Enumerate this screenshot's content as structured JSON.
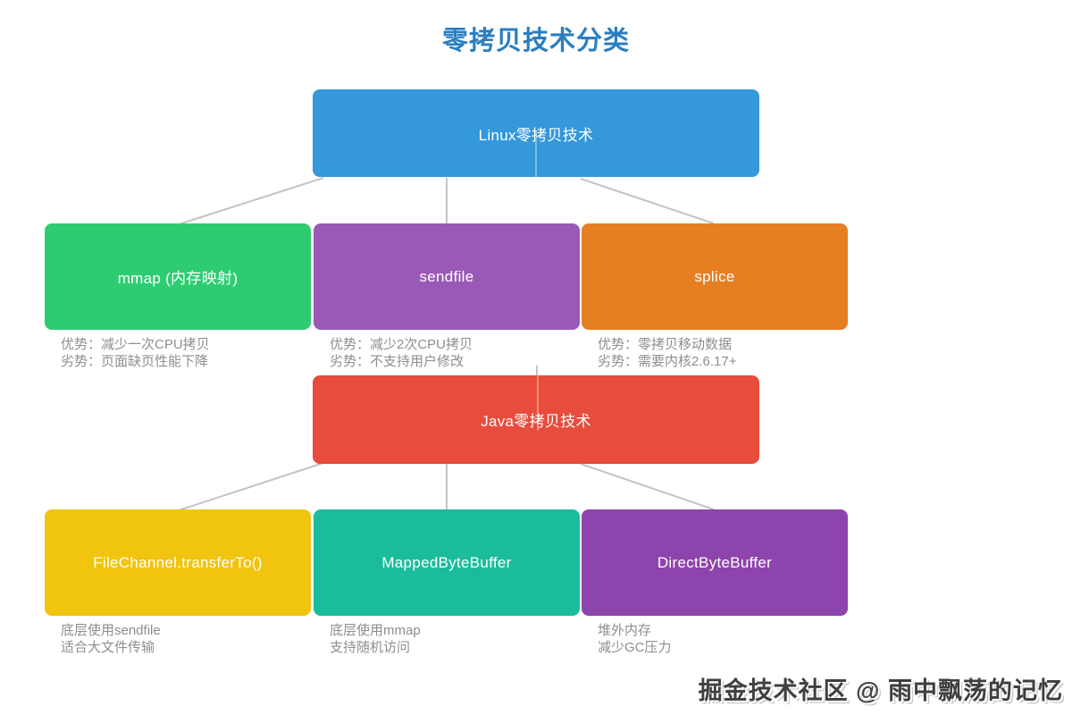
{
  "title": "零拷贝技术分类",
  "title_color": "#2b7ec0",
  "connector_color": "#c4c4c4",
  "watermark": "掘金技术社区 @ 雨中飘荡的记忆",
  "nodes": {
    "linux_root": {
      "label": "Linux零拷贝技术",
      "color": "#3498db"
    },
    "mmap": {
      "label": "mmap (内存映射)",
      "color": "#2ecc71",
      "notes": [
        "优势：减少一次CPU拷贝",
        "劣势：页面缺页性能下降"
      ]
    },
    "sendfile": {
      "label": "sendfile",
      "color": "#9b59b6",
      "notes": [
        "优势：减少2次CPU拷贝",
        "劣势：不支持用户修改"
      ]
    },
    "splice": {
      "label": "splice",
      "color": "#e67e22",
      "notes": [
        "优势：零拷贝移动数据",
        "劣势：需要内核2.6.17+"
      ]
    },
    "java_root": {
      "label": "Java零拷贝技术",
      "color": "#e74c3c"
    },
    "filechannel": {
      "label": "FileChannel.transferTo()",
      "color": "#f1c40f",
      "notes": [
        "底层使用sendfile",
        "适合大文件传输"
      ]
    },
    "mappedbytebuffer": {
      "label": "MappedByteBuffer",
      "color": "#1abc9c",
      "notes": [
        "底层使用mmap",
        "支持随机访问"
      ]
    },
    "directbytebuffer": {
      "label": "DirectByteBuffer",
      "color": "#8e44ad",
      "notes": [
        "堆外内存",
        "减少GC压力"
      ]
    }
  }
}
